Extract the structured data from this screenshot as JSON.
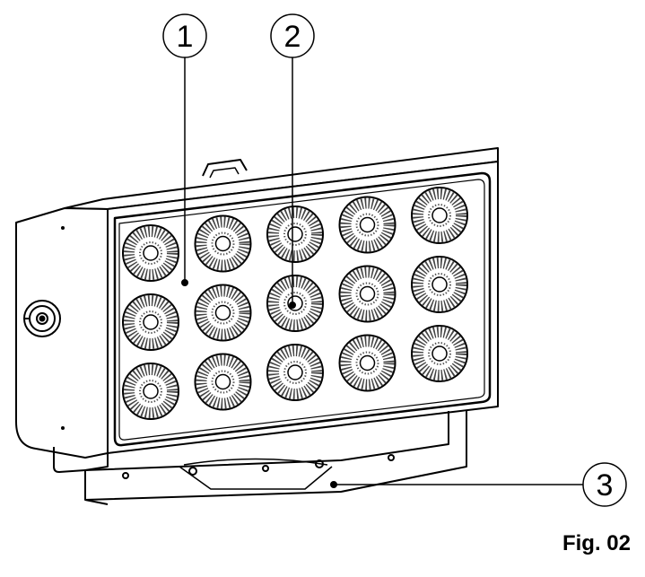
{
  "figure": {
    "caption": "Fig. 02",
    "callouts": [
      {
        "number": "1"
      },
      {
        "number": "2"
      },
      {
        "number": "3"
      }
    ],
    "led_grid": {
      "rows": 3,
      "columns": 5
    }
  }
}
